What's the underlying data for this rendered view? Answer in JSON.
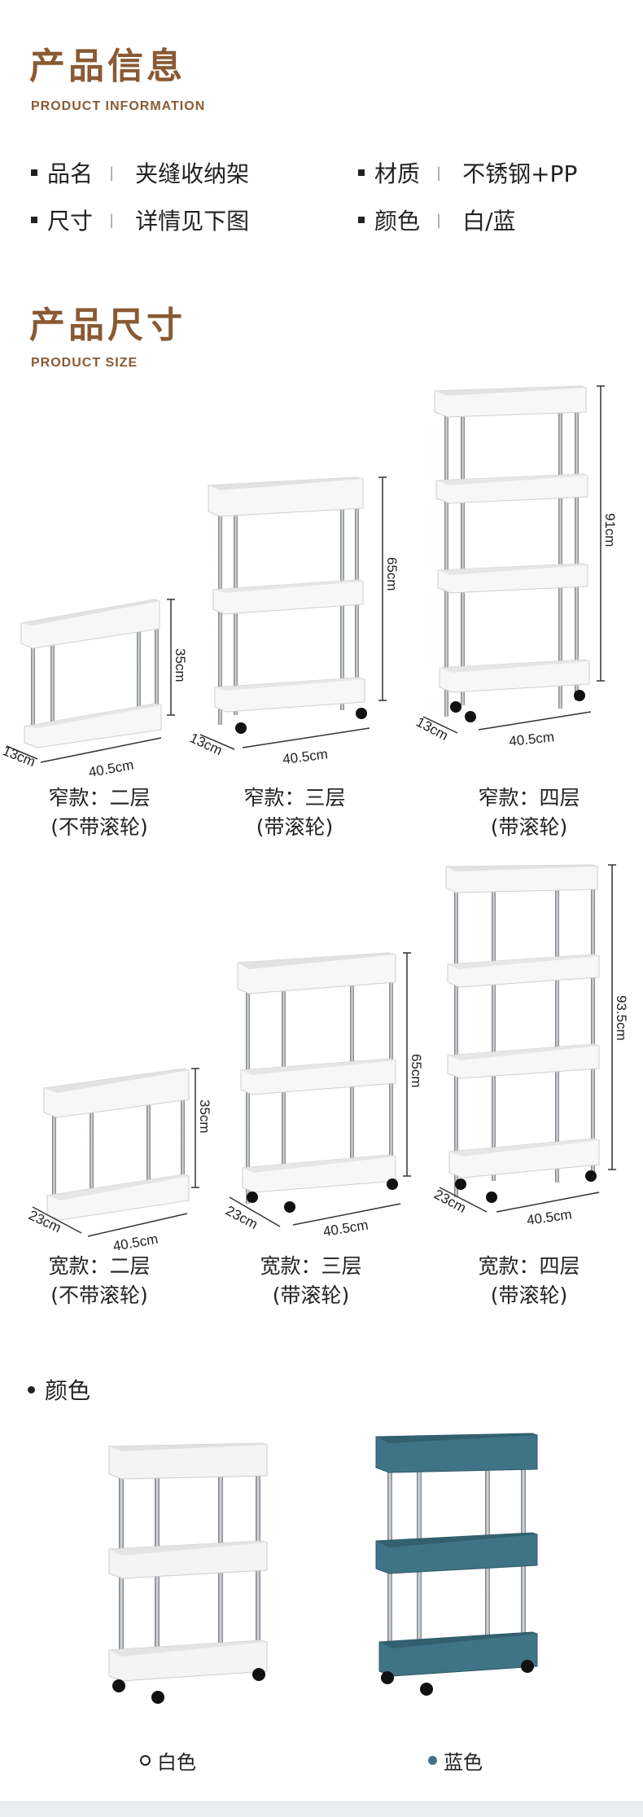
{
  "info_section": {
    "title": "产品信息",
    "subtitle": "PRODUCT INFORMATION"
  },
  "info": {
    "name_label": "品名",
    "name_value": "夹缝收纳架",
    "material_label": "材质",
    "material_value": "不锈钢+PP",
    "size_label": "尺寸",
    "size_value": "详情见下图",
    "color_label": "颜色",
    "color_value": "白/蓝"
  },
  "size_section": {
    "title": "产品尺寸",
    "subtitle": "PRODUCT SIZE"
  },
  "products": [
    {
      "line1": "窄款：二层",
      "line2": "(不带滚轮)",
      "height": "35cm",
      "depth": "13cm",
      "width": "40.5cm"
    },
    {
      "line1": "窄款：三层",
      "line2": "(带滚轮)",
      "height": "65cm",
      "depth": "13cm",
      "width": "40.5cm"
    },
    {
      "line1": "窄款：四层",
      "line2": "(带滚轮)",
      "height": "91cm",
      "depth": "13cm",
      "width": "40.5cm"
    },
    {
      "line1": "宽款：二层",
      "line2": "(不带滚轮)",
      "height": "35cm",
      "depth": "23cm",
      "width": "40.5cm"
    },
    {
      "line1": "宽款：三层",
      "line2": "(带滚轮)",
      "height": "65cm",
      "depth": "23cm",
      "width": "40.5cm"
    },
    {
      "line1": "宽款：四层",
      "line2": "(带滚轮)",
      "height": "93.5cm",
      "depth": "23cm",
      "width": "40.5cm"
    }
  ],
  "color_section": {
    "title": "颜色"
  },
  "colors": [
    {
      "label": "白色",
      "hex": "#f4f4f4"
    },
    {
      "label": "蓝色",
      "hex": "#3f7386"
    }
  ],
  "palette": {
    "heading": "#8a5a33",
    "white_cart": "#f4f4f4",
    "blue_cart": "#3f7386",
    "pole": "#9aa0a6"
  }
}
